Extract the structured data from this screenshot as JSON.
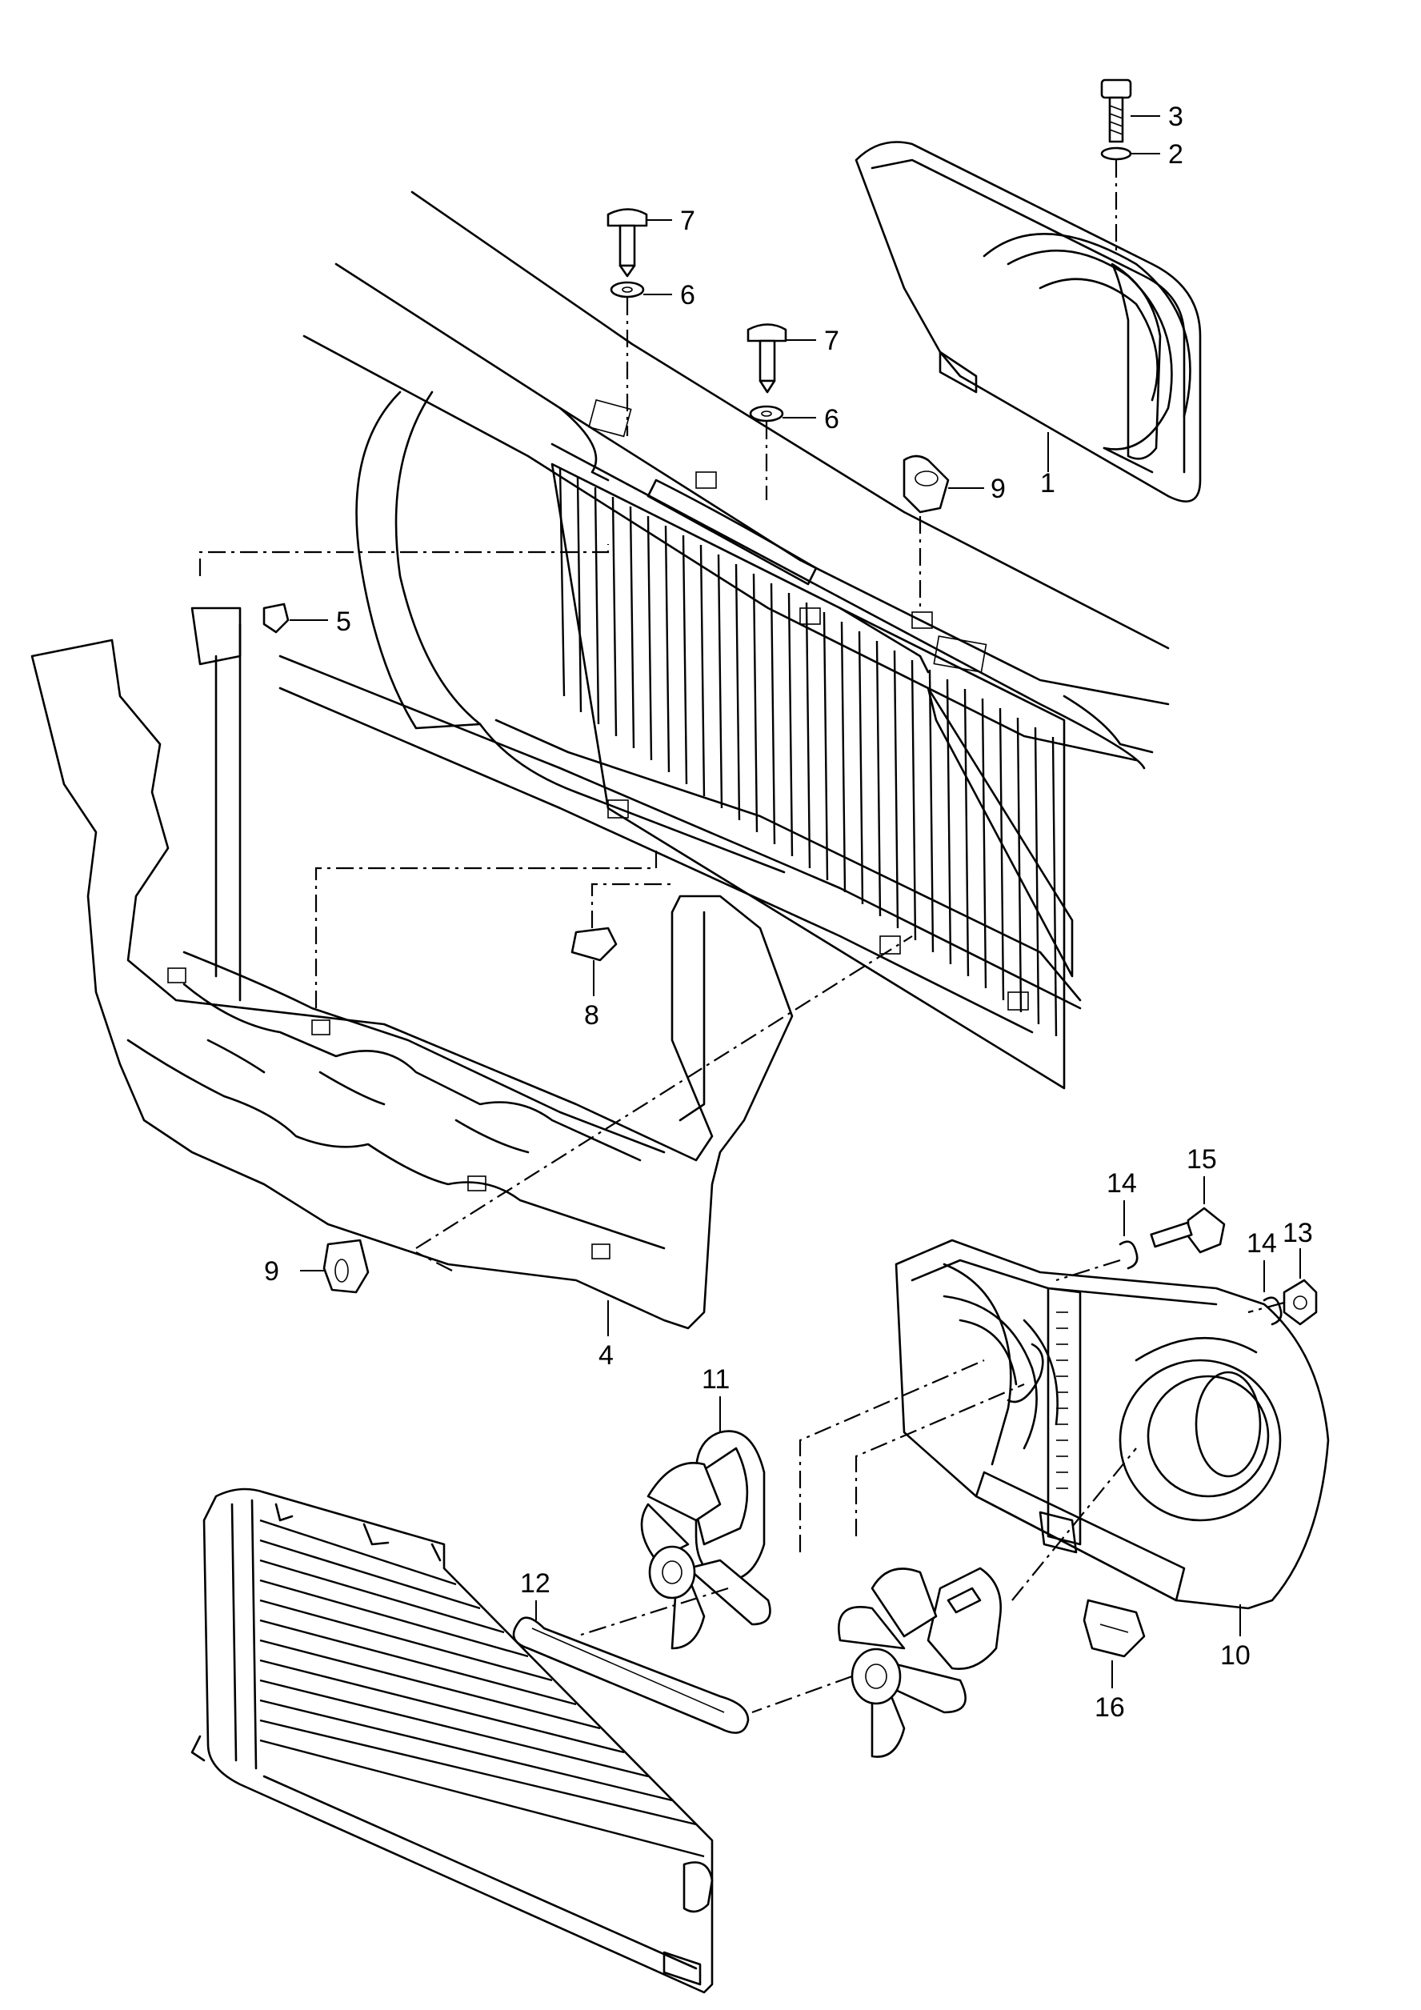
{
  "diagram": {
    "callouts": [
      {
        "id": "c1",
        "label": "1"
      },
      {
        "id": "c2",
        "label": "2"
      },
      {
        "id": "c3",
        "label": "3"
      },
      {
        "id": "c4",
        "label": "4"
      },
      {
        "id": "c5",
        "label": "5"
      },
      {
        "id": "c6a",
        "label": "6"
      },
      {
        "id": "c6b",
        "label": "6"
      },
      {
        "id": "c7a",
        "label": "7"
      },
      {
        "id": "c7b",
        "label": "7"
      },
      {
        "id": "c8",
        "label": "8"
      },
      {
        "id": "c9a",
        "label": "9"
      },
      {
        "id": "c9b",
        "label": "9"
      },
      {
        "id": "c10",
        "label": "10"
      },
      {
        "id": "c11",
        "label": "11"
      },
      {
        "id": "c12",
        "label": "12"
      },
      {
        "id": "c13",
        "label": "13"
      },
      {
        "id": "c14a",
        "label": "14"
      },
      {
        "id": "c14b",
        "label": "14"
      },
      {
        "id": "c15",
        "label": "15"
      },
      {
        "id": "c16",
        "label": "16"
      }
    ]
  },
  "colors": {
    "line": "#000000",
    "background": "#ffffff"
  }
}
